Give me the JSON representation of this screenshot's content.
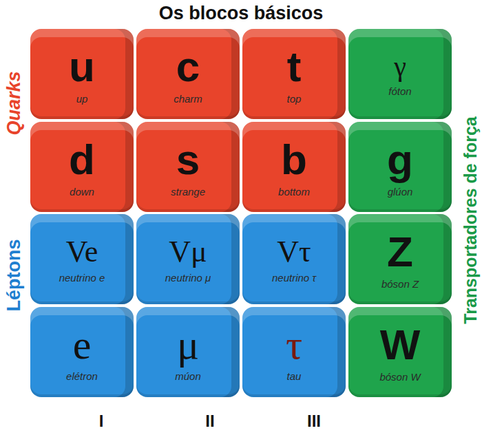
{
  "diagram": {
    "title": "Os blocos básicos",
    "nodes": [
      {
        "text": [
          "u",
          "up"
        ]
      },
      {
        "text": [
          "c",
          "charm"
        ]
      },
      {
        "text": [
          "t",
          "top"
        ]
      },
      {
        "text": [
          "γ",
          "fóton"
        ]
      },
      {
        "text": [
          "d",
          "down"
        ]
      },
      {
        "text": [
          "s",
          "strange"
        ]
      },
      {
        "text": [
          "b",
          "bottom"
        ]
      },
      {
        "text": [
          "g",
          "glúon"
        ]
      },
      {
        "text": [
          "Ve",
          "neutrino e"
        ]
      },
      {
        "text": [
          "Vμ",
          "neutrino μ"
        ]
      },
      {
        "text": [
          "Vτ",
          "neutrino τ"
        ]
      },
      {
        "text": [
          "Z",
          "bóson Z"
        ]
      },
      {
        "text": [
          "e",
          "elétron"
        ]
      },
      {
        "text": [
          "μ",
          "múon"
        ]
      },
      {
        "text": [
          "τ",
          "tau"
        ]
      },
      {
        "text": [
          "W",
          "bóson W"
        ]
      }
    ],
    "labels": [
      "Quarks",
      "Léptons",
      "Transportadores de força",
      "I",
      "II",
      "III"
    ]
  }
}
